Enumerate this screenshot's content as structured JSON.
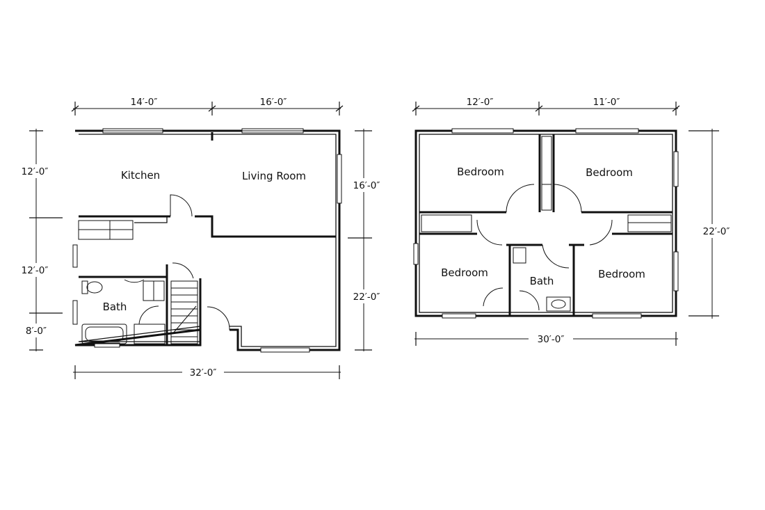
{
  "ground_floor": {
    "rooms": {
      "kitchen": "Kitchen",
      "living_room": "Living Room",
      "bath": "Bath"
    },
    "dimensions": {
      "top_left": "14′-0″",
      "top_right": "16′-0″",
      "left_upper": "12′-0″",
      "left_middle": "12′-0″",
      "left_lower": "8′-0″",
      "right_upper": "16′-0″",
      "right_lower": "22′-0″",
      "bottom": "32′-0″"
    }
  },
  "upper_floor": {
    "rooms": {
      "bedroom_top_left": "Bedroom",
      "bedroom_top_right": "Bedroom",
      "bedroom_bottom_left": "Bedroom",
      "bedroom_bottom_right": "Bedroom",
      "bath": "Bath"
    },
    "dimensions": {
      "top_left": "12′-0″",
      "top_right": "11′-0″",
      "right": "22′-0″",
      "bottom": "30′-0″"
    }
  }
}
